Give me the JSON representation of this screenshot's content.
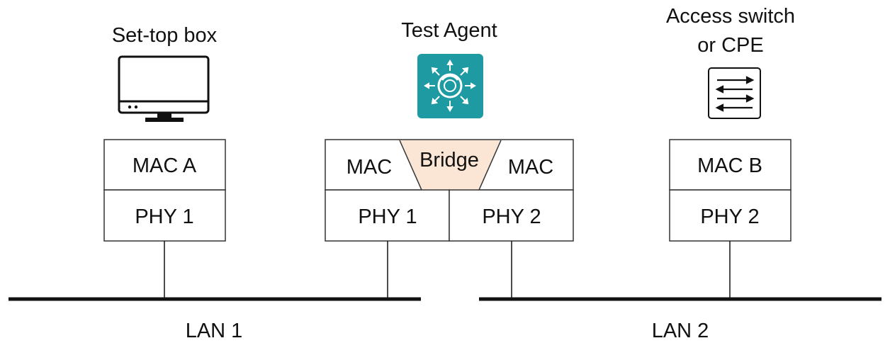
{
  "devices": {
    "settop": {
      "title": "Set-top box",
      "icon": "monitor-icon",
      "mac": "MAC A",
      "phy": "PHY 1"
    },
    "agent": {
      "title": "Test Agent",
      "icon": "test-agent-logo-icon",
      "mac_left": "MAC",
      "bridge": "Bridge",
      "mac_right": "MAC",
      "phy_left": "PHY 1",
      "phy_right": "PHY 2"
    },
    "access": {
      "title_line1": "Access switch",
      "title_line2": "or CPE",
      "icon": "switch-icon",
      "mac": "MAC B",
      "phy": "PHY 2"
    }
  },
  "lans": {
    "lan1": "LAN 1",
    "lan2": "LAN 2"
  },
  "colors": {
    "agent_icon_bg": "#1e9aa3",
    "bridge_fill": "#fbe6d5",
    "line": "#111111",
    "box_border": "#333333"
  }
}
